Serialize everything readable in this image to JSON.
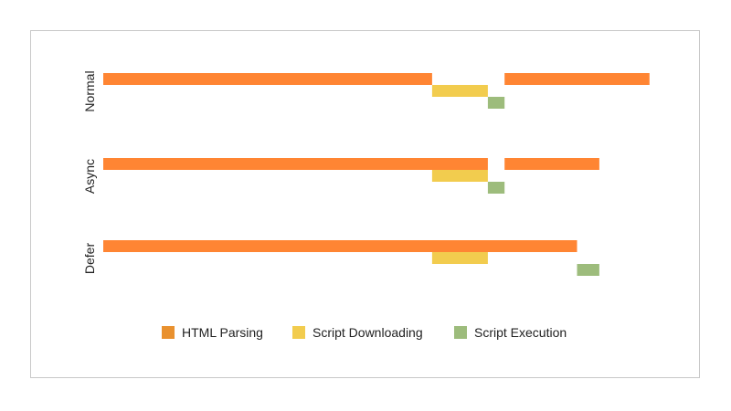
{
  "chart_data": {
    "type": "timeline",
    "rows": [
      "Normal",
      "Async",
      "Defer"
    ],
    "legend": [
      {
        "key": "parsing",
        "label": "HTML Parsing",
        "color": "#ff8533"
      },
      {
        "key": "download",
        "label": "Script Downloading",
        "color": "#f2cc4e"
      },
      {
        "key": "execution",
        "label": "Script Execution",
        "color": "#9dbc7c"
      }
    ],
    "segments": {
      "Normal": {
        "parsing": [
          [
            0,
            59
          ],
          [
            72,
            98
          ]
        ],
        "download": [
          [
            59,
            69
          ]
        ],
        "execution": [
          [
            69,
            72
          ]
        ]
      },
      "Async": {
        "parsing": [
          [
            0,
            69
          ],
          [
            72,
            89
          ]
        ],
        "download": [
          [
            59,
            69
          ]
        ],
        "execution": [
          [
            69,
            72
          ]
        ]
      },
      "Defer": {
        "parsing": [
          [
            0,
            85
          ]
        ],
        "download": [
          [
            59,
            69
          ]
        ],
        "execution": [
          [
            85,
            89
          ]
        ]
      }
    },
    "xlim": [
      0,
      100
    ]
  }
}
